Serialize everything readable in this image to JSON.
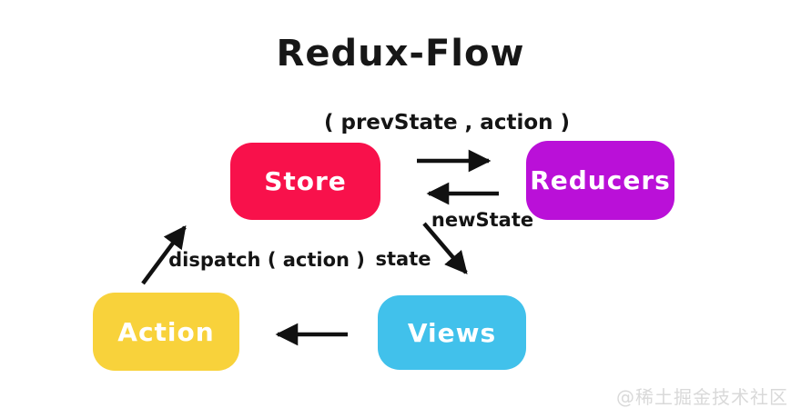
{
  "title": "Redux-Flow",
  "watermark": "@稀土掘金技术社区",
  "colors": {
    "store": "#F8114B",
    "reducers": "#BA10D8",
    "action": "#F8D23B",
    "views": "#41C1EB",
    "arrow": "#111111",
    "title_text": "#171717",
    "label_text": "#141414",
    "watermark_text": "#D9D9D9",
    "background": "#FFFFFF"
  },
  "nodes": [
    {
      "id": "store",
      "label": "Store"
    },
    {
      "id": "reducers",
      "label": "Reducers"
    },
    {
      "id": "action",
      "label": "Action"
    },
    {
      "id": "views",
      "label": "Views"
    }
  ],
  "edges": [
    {
      "from": "store",
      "to": "reducers",
      "label": "( prevState , action )"
    },
    {
      "from": "reducers",
      "to": "store",
      "label": "newState"
    },
    {
      "from": "store",
      "to": "views",
      "label": "state"
    },
    {
      "from": "action",
      "to": "store",
      "label": "dispatch ( action )"
    },
    {
      "from": "views",
      "to": "action",
      "label": ""
    }
  ]
}
